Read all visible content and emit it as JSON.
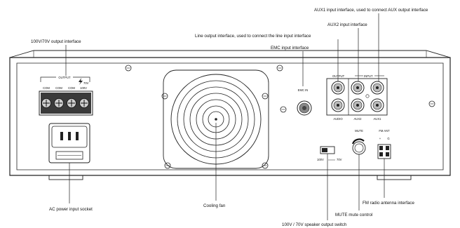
{
  "callouts": {
    "aux1": "AUX1 input interface, used to connect AUX output interface",
    "aux2": "AUX2 input interface",
    "line_out": "Line output interface, used to connect the line input interface",
    "emc": "EMC input interface",
    "output_100v70v": "100V/70V output interface",
    "ac_power": "AC power input socket",
    "cooling_fan": "Cooling fan",
    "mute": "MUTE mute control",
    "fm_antenna": "FM radio antenna interface",
    "speaker_switch": "100V / 70V speaker output switch"
  },
  "panel_labels": {
    "output_block": "OUTPUT",
    "com1": "COM",
    "com2": "COM",
    "com3": "COM",
    "v100": "100V",
    "v70": "70V",
    "emc_in": "EMC IN",
    "rca_output": "OUTPUT",
    "rca_input": "INPUT",
    "audio": "AUDIO",
    "aux2": "AUX2",
    "aux1": "AUX1",
    "mute": "MUTE",
    "fm_ant": "FM ANT",
    "fm_plus": "+",
    "fm_g": "G",
    "switch_100v": "100V",
    "switch_70v": "70V"
  }
}
